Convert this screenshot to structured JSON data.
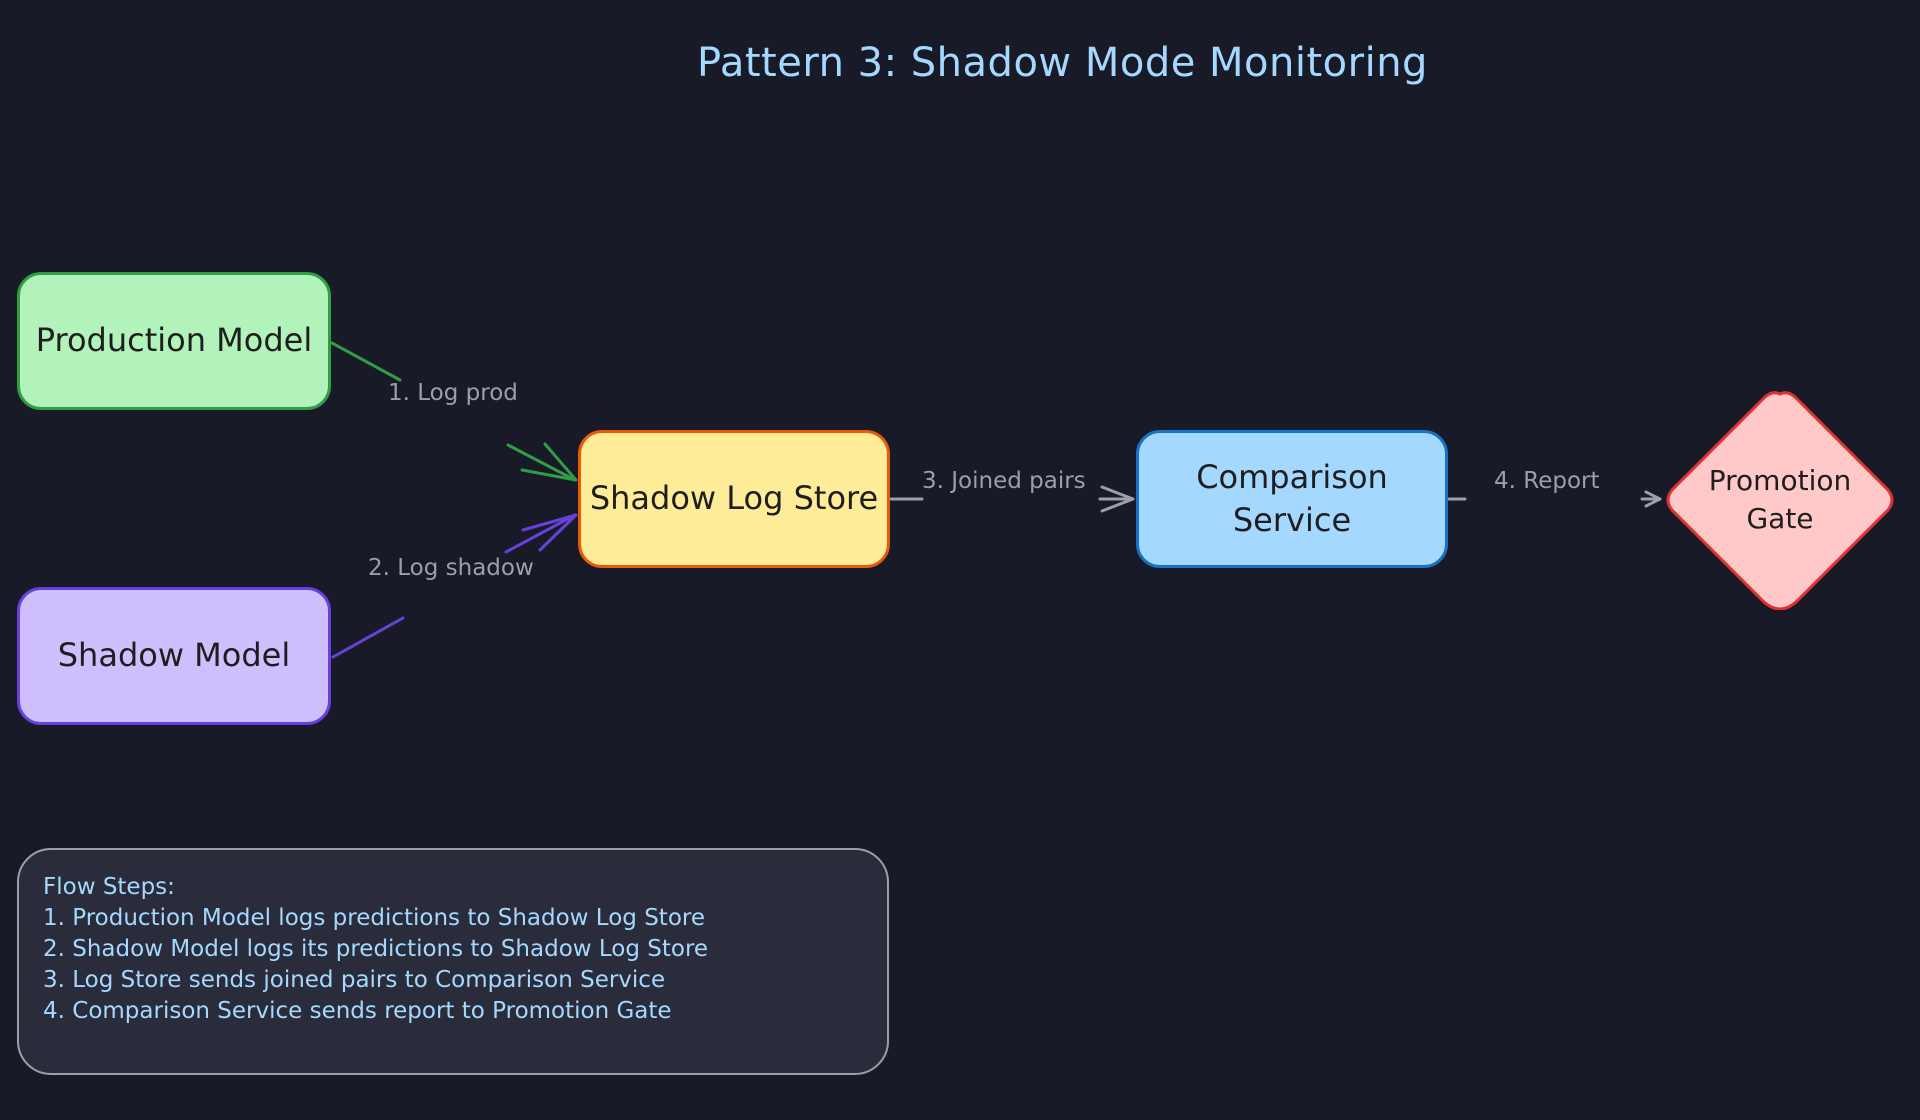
{
  "title": "Pattern 3: Shadow Mode Monitoring",
  "nodes": {
    "production_model": "Production Model",
    "shadow_model": "Shadow Model",
    "shadow_log_store": "Shadow Log Store",
    "comparison_service": "Comparison Service",
    "promotion_gate": "Promotion Gate"
  },
  "edges": {
    "log_prod": "1. Log prod",
    "log_shadow": "2. Log shadow",
    "joined_pairs": "3. Joined pairs",
    "report": "4. Report"
  },
  "notes": {
    "heading": "Flow Steps:",
    "steps": [
      "1. Production Model logs predictions to Shadow Log Store",
      "2. Shadow Model logs its predictions to Shadow Log Store",
      "3. Log Store sends joined pairs to Comparison Service",
      "4. Comparison Service sends report to Promotion Gate"
    ]
  },
  "colors": {
    "background": "#181a27",
    "title": "#a5d8ff",
    "production_fill": "#b2f2bb",
    "production_stroke": "#2f9e44",
    "shadow_fill": "#d0bfff",
    "shadow_stroke": "#6741d9",
    "store_fill": "#ffec99",
    "store_stroke": "#e8590c",
    "comparison_fill": "#a5d8ff",
    "comparison_stroke": "#1971c2",
    "gate_fill": "#ffc9c9",
    "gate_stroke": "#e03131",
    "edge_gray": "#9aa0a6"
  }
}
